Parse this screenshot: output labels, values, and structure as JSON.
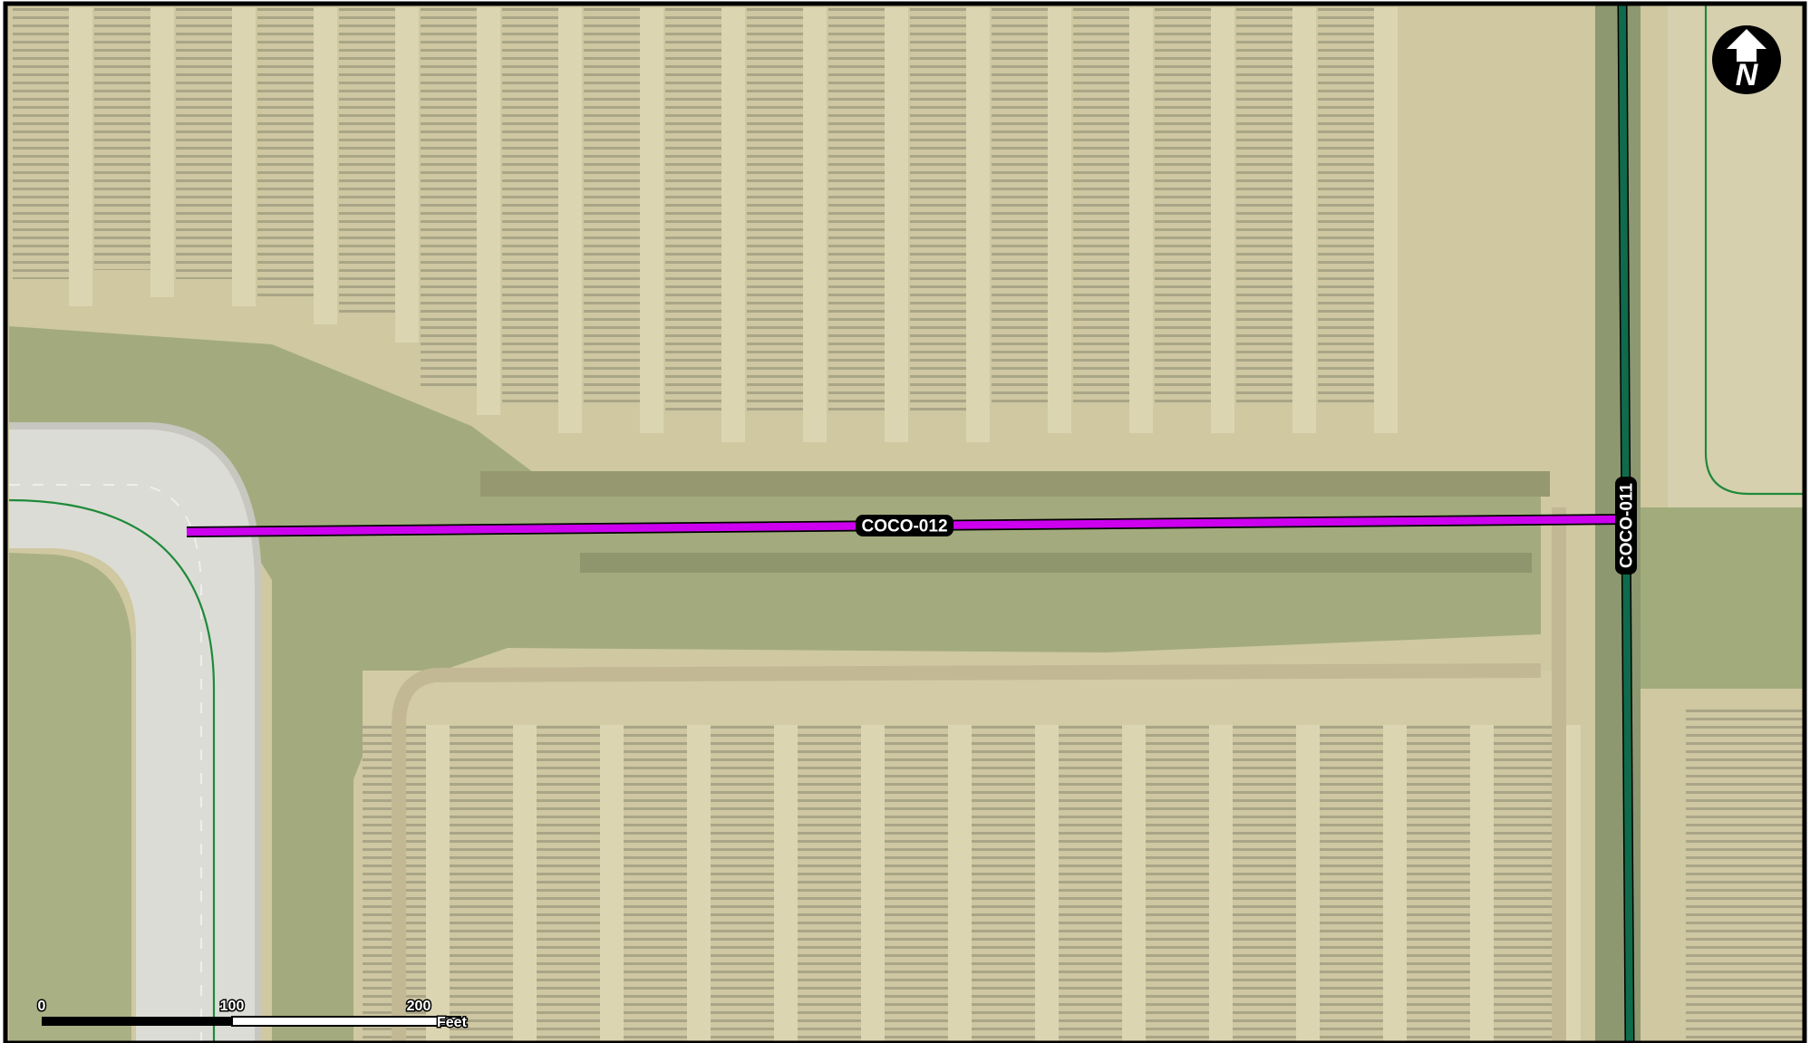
{
  "map": {
    "colors": {
      "field": "#cfc8a0",
      "field_light": "#ddd8b8",
      "row_stripe": "#a9a486",
      "vegetation": "#a1aa7c",
      "vegetation_dark": "#8c9868",
      "road": "#dcdcd6",
      "road_shadow": "#c6c6be",
      "canal_water": "#9a9a78",
      "boundary_green": "#1f8a3a",
      "highlight_line": "#cc00ee",
      "vertical_line": "#0f6b4c",
      "frame": "#000000"
    },
    "features": {
      "horizontal_line_label": "COCO-012",
      "vertical_line_label": "COCO-011"
    },
    "north_arrow": {
      "letter": "N",
      "icon": "north-arrow-icon"
    },
    "scale_bar": {
      "ticks": [
        "0",
        "100",
        "200"
      ],
      "unit": "Feet"
    }
  }
}
